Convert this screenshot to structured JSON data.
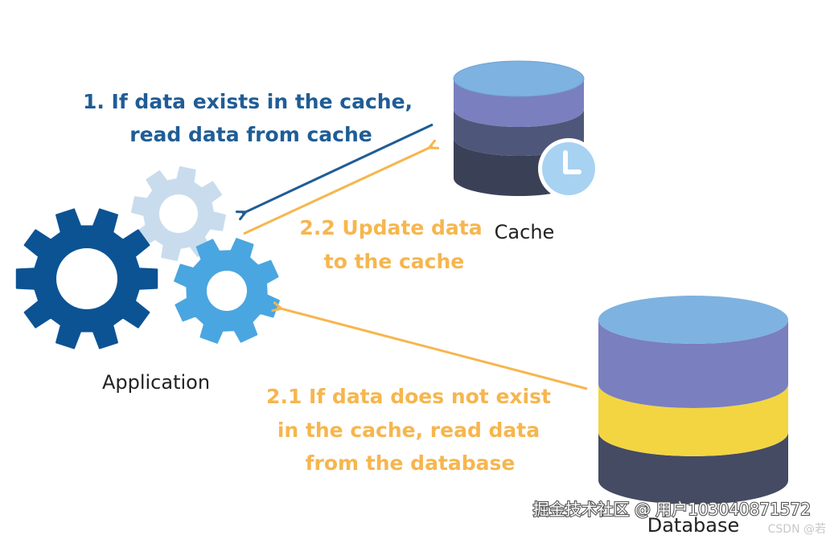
{
  "nodes": {
    "application_label": "Application",
    "cache_label": "Cache",
    "database_label": "Database"
  },
  "edges": {
    "read_cache": {
      "line1": "1. If data exists in the cache,",
      "line2": "read data from cache"
    },
    "update_cache": {
      "line1": "2.2 Update data",
      "line2": "to the cache"
    },
    "read_database": {
      "line1": "2.1 If data does not exist",
      "line2": "in the cache, read data",
      "line3": "from the database"
    }
  },
  "watermark": {
    "text": "掘金技术社区 @ 用户103040871572",
    "faint": "CSDN @若"
  },
  "colors": {
    "blue_text": "#1f5d96",
    "orange_text": "#f6b64e",
    "gear_dark": "#0c5394",
    "gear_light": "#c9dced",
    "gear_mid": "#4aa6e0",
    "disk_top": "#7eb2e0",
    "disk_purple": "#7a7fbf",
    "disk_slate": "#4e5779",
    "disk_navy": "#3a4157",
    "disk_yellow": "#f3d542",
    "clock": "#a8d2f2"
  },
  "icons": [
    "gear-icon",
    "database-cylinder-icon",
    "clock-icon",
    "arrow-icon"
  ]
}
